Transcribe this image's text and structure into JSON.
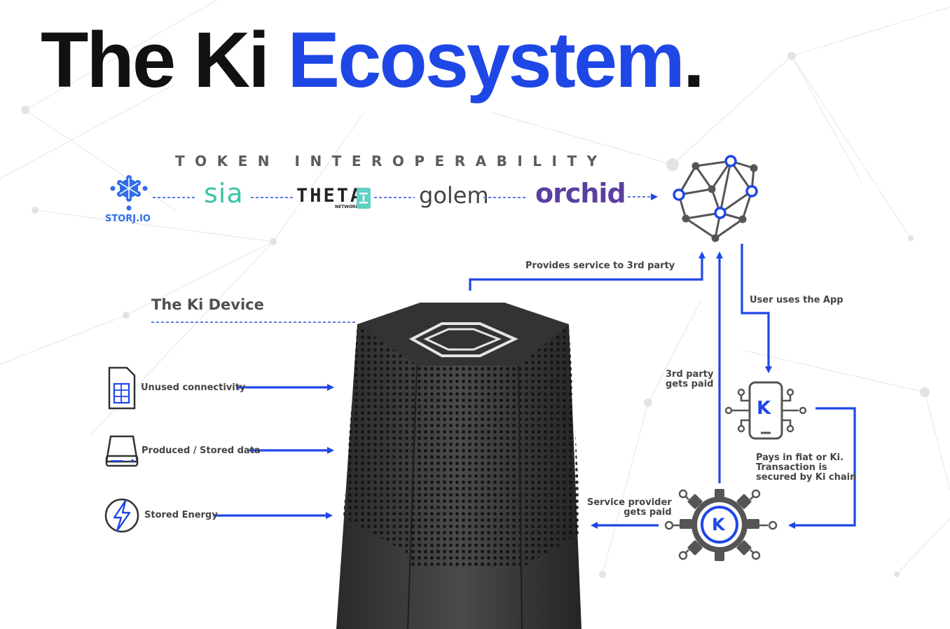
{
  "title": {
    "part1": "The Ki ",
    "part2": "Ecosystem",
    "part3": "."
  },
  "token_interoperability": {
    "heading": "TOKEN INTEROPERABILITY",
    "partners": [
      "STORJ.IO",
      "sia",
      "THETA",
      "NETWORK",
      "golem",
      "orchid"
    ]
  },
  "device": {
    "heading": "The Ki Device"
  },
  "inputs": [
    {
      "label": "Unused connectivity",
      "icon": "sim-card-icon"
    },
    {
      "label": "Produced / Stored data",
      "icon": "hard-drive-icon"
    },
    {
      "label": "Stored Energy",
      "icon": "energy-bolt-icon"
    }
  ],
  "flows": {
    "provides_service": "Provides service to 3rd party",
    "user_uses_app": "User uses the App",
    "third_party_paid": [
      "3rd party",
      "gets paid"
    ],
    "service_provider_paid": [
      "Service provider",
      "gets paid"
    ],
    "pays_in": [
      "Pays in fiat or Ki.",
      "Transaction is",
      "secured by Ki chain"
    ]
  },
  "ki_mark": "K",
  "colors": {
    "accent": "#1f47e6",
    "text_dark": "#111111",
    "text_gray": "#444444",
    "device": "#2b2b2b",
    "icon_gray": "#555555"
  }
}
